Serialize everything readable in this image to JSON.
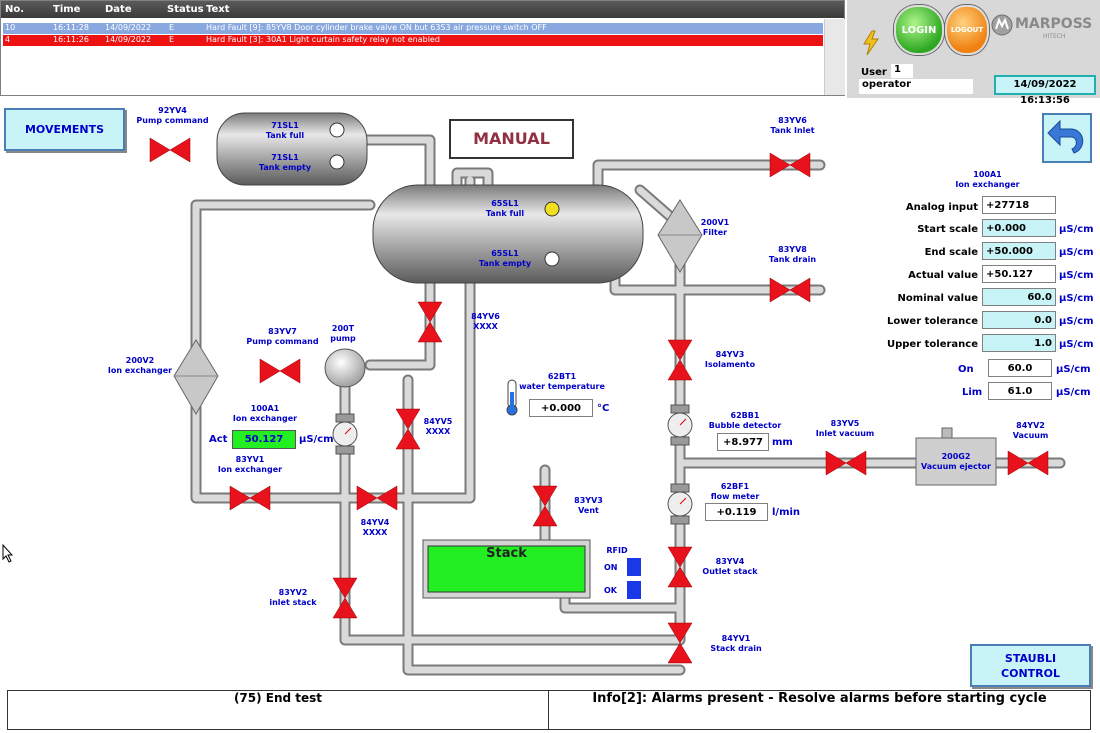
{
  "alarms": {
    "headers": {
      "no": "No.",
      "time": "Time",
      "date": "Date",
      "status": "Status",
      "text": "Text"
    },
    "rows": [
      {
        "no": "10",
        "time": "16:11:28",
        "date": "14/09/2022",
        "status": "E",
        "text": "Hard Fault [9]:  85YV8 Door cylinder brake valve ON but 63S3 air pressure switch OFF",
        "color": "#8aa8e0"
      },
      {
        "no": "4",
        "time": "16:11:26",
        "date": "14/09/2022",
        "status": "E",
        "text": "Hard Fault [3]:  30A1 Light curtain safety relay not enabled",
        "color": "#ee1111"
      }
    ]
  },
  "header": {
    "login_label": "LOGIN",
    "logout_label": "LOGOUT",
    "brand": "MARPOSS",
    "brand_sub": "HITECH",
    "user_label": "User",
    "user_level": "1",
    "user_name": "operator",
    "datetime": "14/09/2022 16:13:56"
  },
  "buttons": {
    "movements": "MOVEMENTS",
    "mode": "MANUAL",
    "staubli_line1": "STAUBLI",
    "staubli_line2": "CONTROL"
  },
  "components": {
    "v92yv4": {
      "code": "92YV4",
      "desc": "Pump command"
    },
    "tank71_full": {
      "code": "71SL1",
      "desc": "Tank full"
    },
    "tank71_empty": {
      "code": "71SL1",
      "desc": "Tank empty"
    },
    "tank65_full": {
      "code": "65SL1",
      "desc": "Tank full"
    },
    "tank65_empty": {
      "code": "65SL1",
      "desc": "Tank empty"
    },
    "v83yv6": {
      "code": "83YV6",
      "desc": "Tank Inlet"
    },
    "f200v1": {
      "code": "200V1",
      "desc": "Filter"
    },
    "v83yv8": {
      "code": "83YV8",
      "desc": "Tank drain"
    },
    "v83yv7": {
      "code": "83YV7",
      "desc": "Pump command"
    },
    "p200t": {
      "code": "200T",
      "desc": "pump"
    },
    "v84yv6": {
      "code": "84YV6",
      "desc": "XXXX"
    },
    "v84yv3": {
      "code": "84YV3",
      "desc": "Isolamento"
    },
    "e200v2": {
      "code": "200V2",
      "desc": "Ion exchanger"
    },
    "a100a1": {
      "code": "100A1",
      "desc": "Ion exchanger",
      "act_label": "Act",
      "act_value": "50.127",
      "unit": "µS/cm"
    },
    "v84yv5": {
      "code": "84YV5",
      "desc": "XXXX"
    },
    "t62bt1": {
      "code": "62BT1",
      "desc": "water temperature",
      "value": "+0.000",
      "unit": "°C"
    },
    "b62bb1": {
      "code": "62BB1",
      "desc": "Bubble detector",
      "value": "+8.977",
      "unit": "mm"
    },
    "v83yv5": {
      "code": "83YV5",
      "desc": "Inlet vacuum"
    },
    "g200g2": {
      "code": "200G2",
      "desc": "Vacuum ejector"
    },
    "v84yv2": {
      "code": "84YV2",
      "desc": "Vacuum"
    },
    "v83yv1": {
      "code": "83YV1",
      "desc": "Ion exchanger"
    },
    "v84yv4": {
      "code": "84YV4",
      "desc": "XXXX"
    },
    "v83yv3": {
      "code": "83YV3",
      "desc": "Vent"
    },
    "f62bf1": {
      "code": "62BF1",
      "desc": "flow meter",
      "value": "+0.119",
      "unit": "l/min"
    },
    "stack": {
      "label": "Stack"
    },
    "rfid": {
      "title": "RFID",
      "on": "ON",
      "ok": "OK"
    },
    "v83yv4": {
      "code": "83YV4",
      "desc": "Outlet stack"
    },
    "v83yv2": {
      "code": "83YV2",
      "desc": "inlet stack"
    },
    "v84yv1": {
      "code": "84YV1",
      "desc": "Stack drain"
    }
  },
  "conductivity": {
    "code": "100A1",
    "desc": "Ion exchanger",
    "rows": [
      {
        "label": "Analog input",
        "value": "+27718",
        "unit": "",
        "style": "white"
      },
      {
        "label": "Start scale",
        "value": "+0.000",
        "unit": "µS/cm",
        "style": "cyanleft"
      },
      {
        "label": "End scale",
        "value": "+50.000",
        "unit": "µS/cm",
        "style": "cyanleft"
      },
      {
        "label": "Actual value",
        "value": "+50.127",
        "unit": "µS/cm",
        "style": "white"
      },
      {
        "label": "Nominal value",
        "value": "60.0",
        "unit": "µS/cm",
        "style": "cyan"
      },
      {
        "label": "Lower tolerance",
        "value": "0.0",
        "unit": "µS/cm",
        "style": "cyan"
      },
      {
        "label": "Upper tolerance",
        "value": "1.0",
        "unit": "µS/cm",
        "style": "cyan"
      }
    ],
    "on_label": "On",
    "on_value": "60.0",
    "on_unit": "µS/cm",
    "lim_label": "Lim",
    "lim_value": "61.0",
    "lim_unit": "µS/cm"
  },
  "status": {
    "left": "(75) End test",
    "right": "Info[2]: Alarms present - Resolve alarms before starting  cycle"
  },
  "colors": {
    "valve": "#e8121c",
    "pipe": "#b8b8b8",
    "stack": "#22ee22",
    "label": "#0000c8",
    "accent_cyan": "#c8f4f8"
  }
}
